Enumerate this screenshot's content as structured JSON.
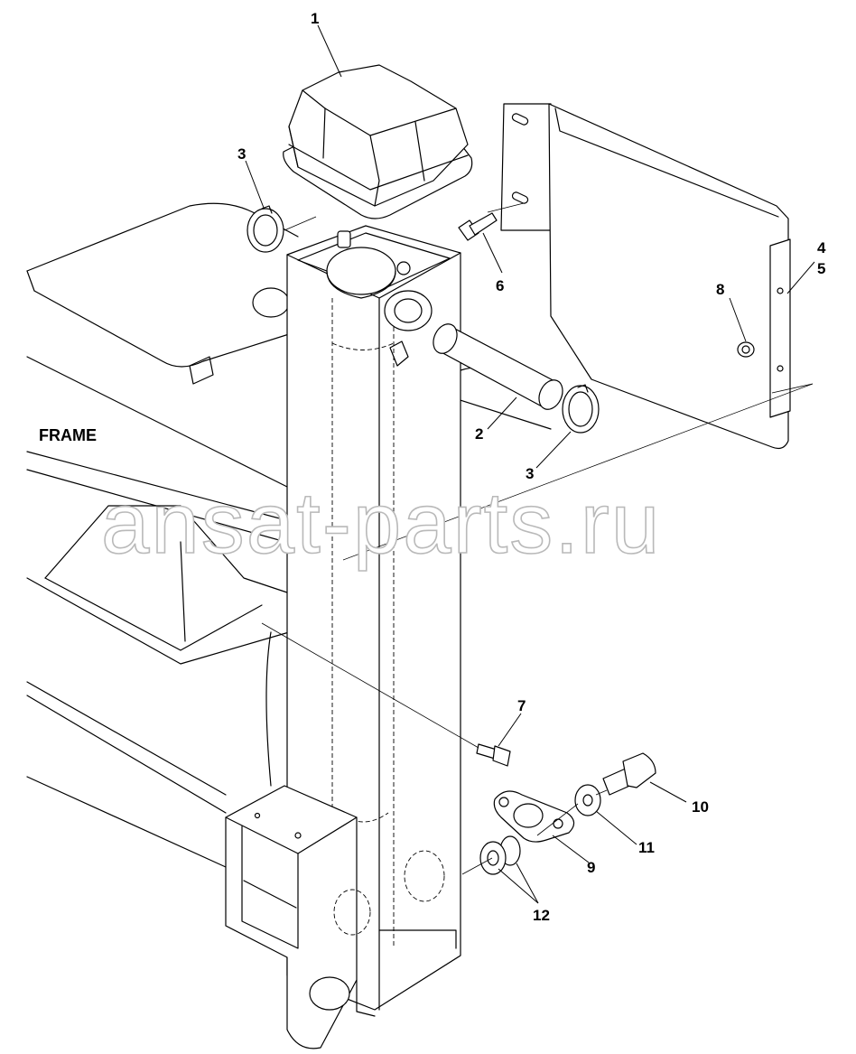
{
  "frame_label": "FRAME",
  "watermark": "ansat-parts.ru",
  "callouts": {
    "c1": "1",
    "c2": "2",
    "c3a": "3",
    "c3b": "3",
    "c4": "4",
    "c5": "5",
    "c6": "6",
    "c7": "7",
    "c8": "8",
    "c9": "9",
    "c10": "10",
    "c11": "11",
    "c12": "12"
  }
}
